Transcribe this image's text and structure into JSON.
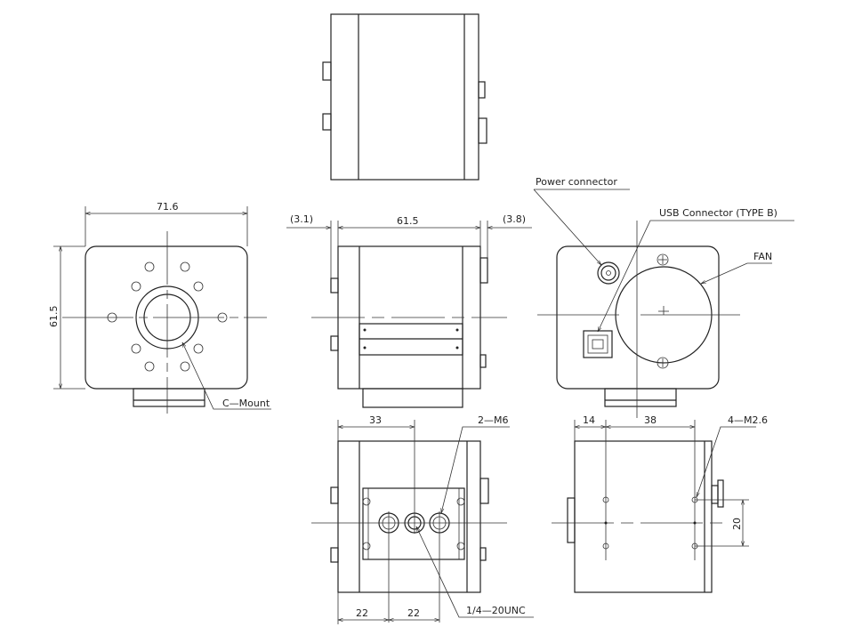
{
  "front_view": {
    "width_dim": "71.6",
    "height_dim": "61.5",
    "mount_label": "C—Mount"
  },
  "side_view": {
    "length_dim": "61.5",
    "front_offset": "(3.1)",
    "rear_offset": "(3.8)"
  },
  "rear_view": {
    "power_label": "Power connector",
    "usb_label": "USB Connector (TYPE B)",
    "fan_label": "FAN"
  },
  "bottom_view": {
    "dim_33": "33",
    "thread_m6": "2—M6",
    "dim_22a": "22",
    "dim_22b": "22",
    "tripod_thread": "1/4—20UNC"
  },
  "bottom_side_view": {
    "dim_14": "14",
    "dim_38": "38",
    "thread_m26": "4—M2.6",
    "dim_20": "20"
  }
}
